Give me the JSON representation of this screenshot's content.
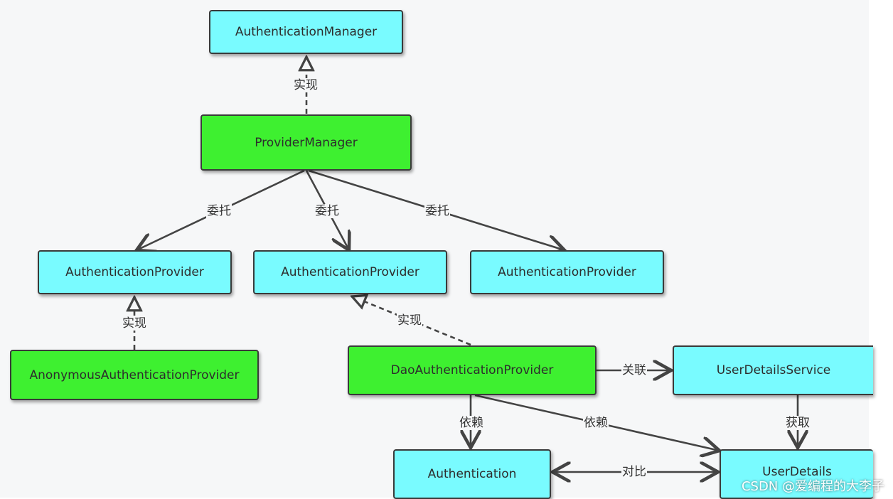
{
  "nodes": {
    "authentication_manager": "AuthenticationManager",
    "provider_manager": "ProviderManager",
    "provider_left": "AuthenticationProvider",
    "provider_middle": "AuthenticationProvider",
    "provider_right": "AuthenticationProvider",
    "anonymous_provider": "AnonymousAuthenticationProvider",
    "dao_provider": "DaoAuthenticationProvider",
    "user_details_service": "UserDetailsService",
    "authentication": "Authentication",
    "user_details": "UserDetails"
  },
  "edge_labels": {
    "implements_manager": "实现",
    "delegate_left": "委托",
    "delegate_middle": "委托",
    "delegate_right": "委托",
    "implements_anonymous": "实现",
    "implements_dao": "实现",
    "associates": "关联",
    "depends_authentication": "依赖",
    "depends_user_details": "依赖",
    "obtains": "获取",
    "compares": "对比"
  },
  "watermark": "CSDN @爱编程的大李子",
  "colors": {
    "interface_fill": "#79fbff",
    "implementation_fill": "#3ef030",
    "edge": "#444444"
  }
}
